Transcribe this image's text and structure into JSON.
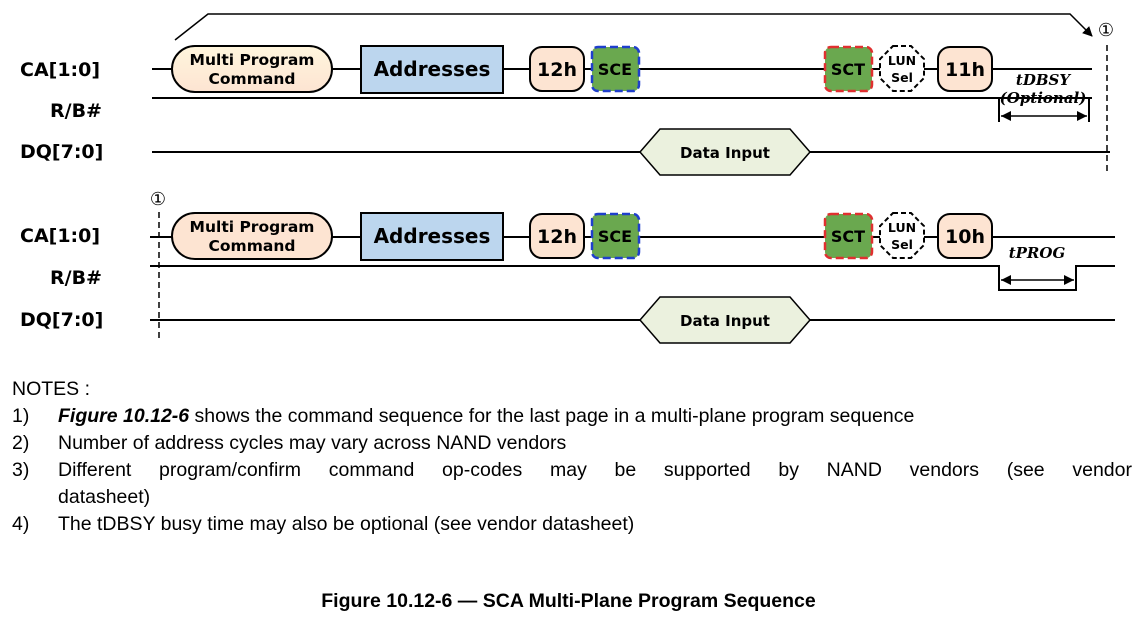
{
  "timing_diagrams": [
    {
      "signals": {
        "ca": "CA[1:0]",
        "rb": "R/B#",
        "dq": "DQ[7:0]"
      },
      "marker": "①",
      "cmd_line1": "Multi Program",
      "cmd_line2": "Command",
      "addresses": "Addresses",
      "op1": "12h",
      "sce": "SCE",
      "sct": "SCT",
      "lun_line1": "LUN",
      "lun_line2": "Sel",
      "op2": "11h",
      "data_input": "Data Input",
      "timing_label": "tDBSY",
      "timing_sub": "(Optional)"
    },
    {
      "signals": {
        "ca": "CA[1:0]",
        "rb": "R/B#",
        "dq": "DQ[7:0]"
      },
      "marker": "①",
      "cmd_line1": "Multi Program",
      "cmd_line2": "Command",
      "addresses": "Addresses",
      "op1": "12h",
      "sce": "SCE",
      "sct": "SCT",
      "lun_line1": "LUN",
      "lun_line2": "Sel",
      "op2": "10h",
      "data_input": "Data Input",
      "timing_label": "tPROG"
    }
  ],
  "colors": {
    "cmd_fill_top": "#fff6dd",
    "cmd_fill_bottom": "#fde4d2",
    "addr_fill": "#bcd6ee",
    "op_fill": "#fde4d2",
    "sce_fill": "#6aa84f",
    "sce_border": "#1f3fcc",
    "sct_border": "#e03030",
    "data_fill": "#ebf1de"
  },
  "notes": {
    "heading": "NOTES :",
    "items": [
      {
        "num": "1)",
        "ref": "Figure 10.12-6",
        "text": " shows the command sequence for the last page in a multi-plane program sequence"
      },
      {
        "num": "2)",
        "text": "Number of address cycles may vary across NAND vendors"
      },
      {
        "num": "3)",
        "text_line1": "Different program/confirm command op-codes may be supported by NAND vendors (see vendor",
        "text_line2": "datasheet)"
      },
      {
        "num": "4)",
        "text": "The tDBSY busy time may also be optional (see vendor datasheet)"
      }
    ]
  },
  "caption": "Figure 10.12-6 — SCA Multi-Plane Program Sequence"
}
